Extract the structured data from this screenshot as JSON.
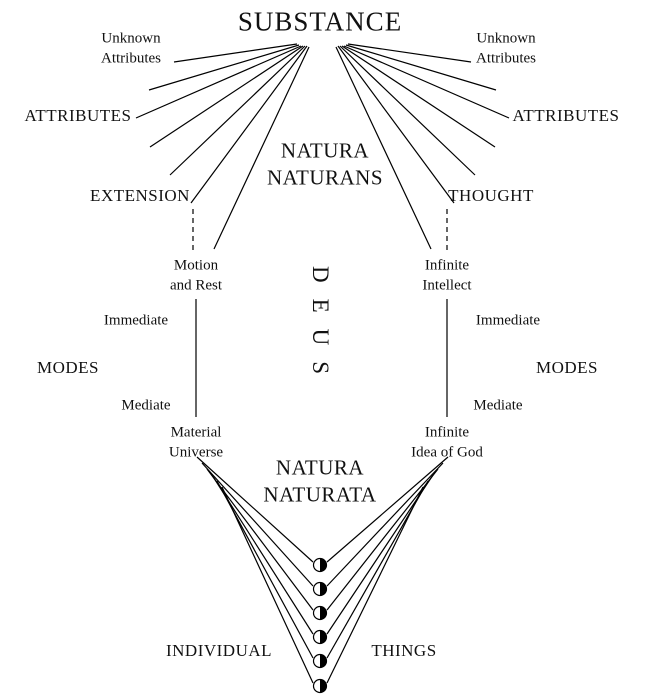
{
  "diagram": {
    "substance": "SUBSTANCE",
    "unknown_attributes_left": {
      "line1": "Unknown",
      "line2": "Attributes"
    },
    "unknown_attributes_right": {
      "line1": "Unknown",
      "line2": "Attributes"
    },
    "attributes_left": "ATTRIBUTES",
    "attributes_right": "ATTRIBUTES",
    "natura_naturans": {
      "line1": "NATURA",
      "line2": "NATURANS"
    },
    "extension": "EXTENSION",
    "thought": "THOUGHT",
    "motion_and_rest": {
      "line1": "Motion",
      "line2": "and Rest"
    },
    "infinite_intellect": {
      "line1": "Infinite",
      "line2": "Intellect"
    },
    "immediate_left": "Immediate",
    "immediate_right": "Immediate",
    "modes_left": "MODES",
    "modes_right": "MODES",
    "deus": "DEUS",
    "mediate_left": "Mediate",
    "mediate_right": "Mediate",
    "material_universe": {
      "line1": "Material",
      "line2": "Universe"
    },
    "infinite_idea_of_god": {
      "line1": "Infinite",
      "line2": "Idea of God"
    },
    "natura_naturata": {
      "line1": "NATURA",
      "line2": "NATURATA"
    },
    "individual": "INDIVIDUAL",
    "things": "THINGS",
    "icons": {
      "node": "half-filled-circle"
    },
    "colors": {
      "line": "#000000",
      "background": "#ffffff",
      "text": "#111111"
    }
  }
}
